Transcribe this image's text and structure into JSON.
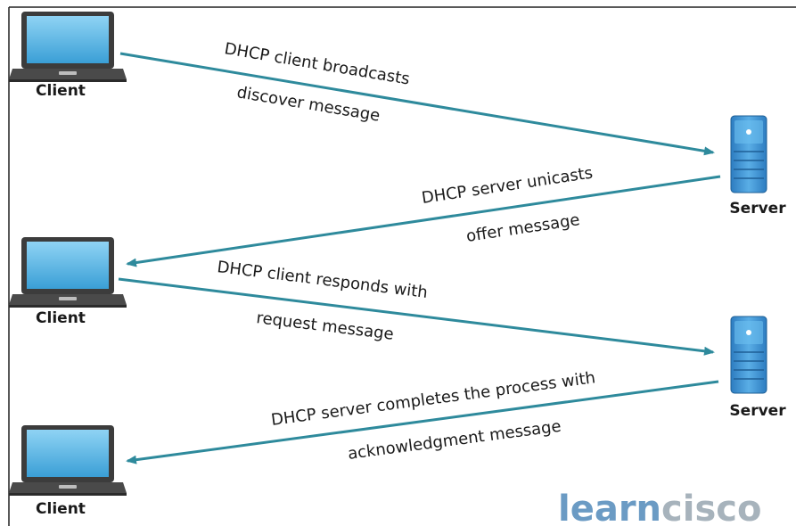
{
  "nodes": {
    "client_1": "Client",
    "client_2": "Client",
    "client_3": "Client",
    "server_1": "Server",
    "server_2": "Server"
  },
  "messages": [
    {
      "line1": "DHCP client broadcasts",
      "line2": "discover message"
    },
    {
      "line1": "DHCP server unicasts",
      "line2": "offer message"
    },
    {
      "line1": "DHCP client responds with",
      "line2": "request message"
    },
    {
      "line1": "DHCP server completes the process with",
      "line2": "acknowledgment message"
    }
  ],
  "brand": {
    "part1": "learn",
    "part2": "cisco"
  },
  "colors": {
    "arrow": "#2e8a9c",
    "laptop_screen": "#4fb0e0",
    "server_body": "#3a8fd0",
    "brand_learn": "#6b9bc4",
    "brand_cisco": "#a7b3bc"
  },
  "icons": {
    "client": "laptop-icon",
    "server": "server-icon"
  }
}
